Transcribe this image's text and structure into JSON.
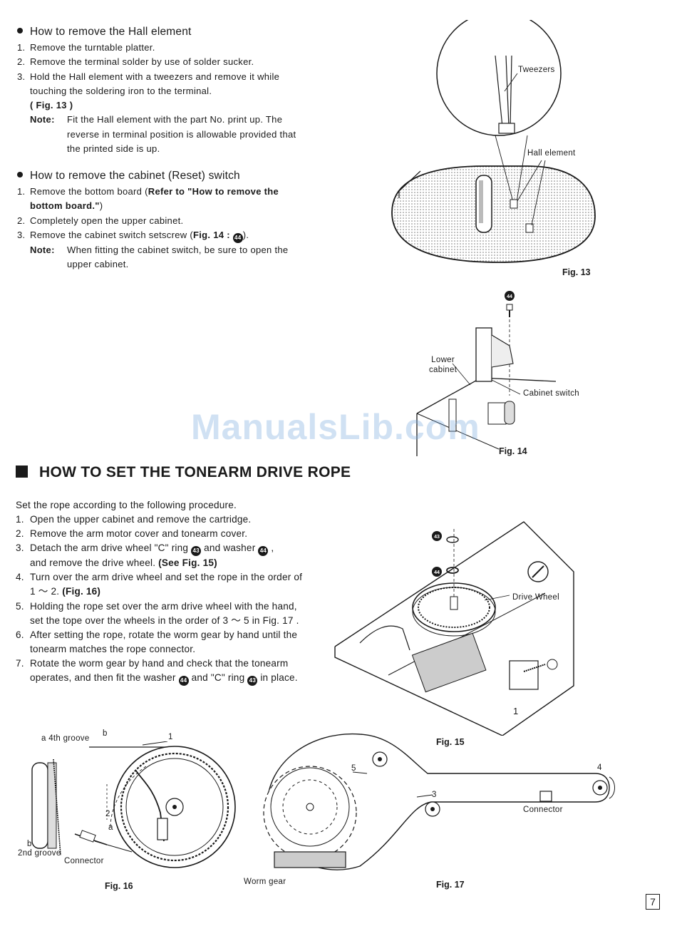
{
  "hall": {
    "title": "How to remove the Hall element",
    "steps": [
      {
        "num": "1.",
        "text": "Remove the turntable platter."
      },
      {
        "num": "2.",
        "text": "Remove the terminal solder by use of solder sucker."
      },
      {
        "num": "3.",
        "text": "Hold the Hall element with a tweezers and remove it while touching the soldering iron to the terminal.",
        "ref": "( Fig. 13 )"
      }
    ],
    "note_label": "Note:",
    "note_text": "Fit the Hall element with the part No. print up. The reverse in terminal position is allowable provided that the printed side is up."
  },
  "cabinet": {
    "title": "How to remove the cabinet (Reset) switch",
    "step1_text": "Remove the bottom board (",
    "step1_bold": "Refer to \"How to remove the bottom board.\"",
    "step1_end": ")",
    "step2_text": "Completely open the upper cabinet.",
    "step3_text": "Remove the cabinet switch setscrew (",
    "step3_ref": "Fig. 14 :",
    "step3_circ": "44",
    "step3_end": ").",
    "note_label": "Note:",
    "note_text": "When fitting the cabinet switch, be sure to open the upper cabinet."
  },
  "fig13": {
    "label": "Fig. 13",
    "tweezers": "Tweezers",
    "hall_element": "Hall element"
  },
  "fig14": {
    "label": "Fig. 14",
    "circ": "44",
    "lower_cabinet_1": "Lower",
    "lower_cabinet_2": "cabinet",
    "cabinet_switch": "Cabinet switch"
  },
  "watermark": "ManualsLib.com",
  "tonearm": {
    "title": "HOW TO SET THE TONEARM DRIVE ROPE",
    "intro": "Set the rope according to the following procedure.",
    "s1": "Open the upper cabinet and remove the cartridge.",
    "s2": "Remove the arm motor cover and tonearm cover.",
    "s3a": "Detach the arm drive wheel \"C\" ring",
    "s3b": "and washer",
    "s3c": ",",
    "s3d": "and remove the drive wheel.",
    "s3e": "(See Fig. 15)",
    "s4a": "Turn over the arm drive wheel and set the rope in the order of 1 ～ 2.",
    "s4b": "(Fig. 16)",
    "s5": "Holding the rope set over the arm drive wheel with the hand, set the tope over the wheels in the order of 3 ～ 5 in Fig. 17 .",
    "s6": "After setting the rope, rotate the worm gear by hand until the tonearm matches the rope connector.",
    "s7a": "Rotate the worm gear by hand and check that the tonearm operates, and then fit the washer",
    "s7b": "and \"C\" ring",
    "s7c": "in place.",
    "circ43": "43",
    "circ44": "44"
  },
  "fig15": {
    "label": "Fig. 15",
    "drive_wheel": "Drive Wheel",
    "circ43": "43",
    "circ44": "44",
    "n1": "1"
  },
  "fig16": {
    "label": "Fig. 16",
    "a4th": "a  4th groove",
    "b_top": "b",
    "n1": "1",
    "n2": "2",
    "a": "a",
    "b_bot": "b",
    "groove2": "2nd groove",
    "connector": "Connector"
  },
  "fig17": {
    "label": "Fig. 17",
    "worm_gear": "Worm gear",
    "connector": "Connector",
    "n3": "3",
    "n4": "4",
    "n5": "5"
  },
  "page_number": "7"
}
